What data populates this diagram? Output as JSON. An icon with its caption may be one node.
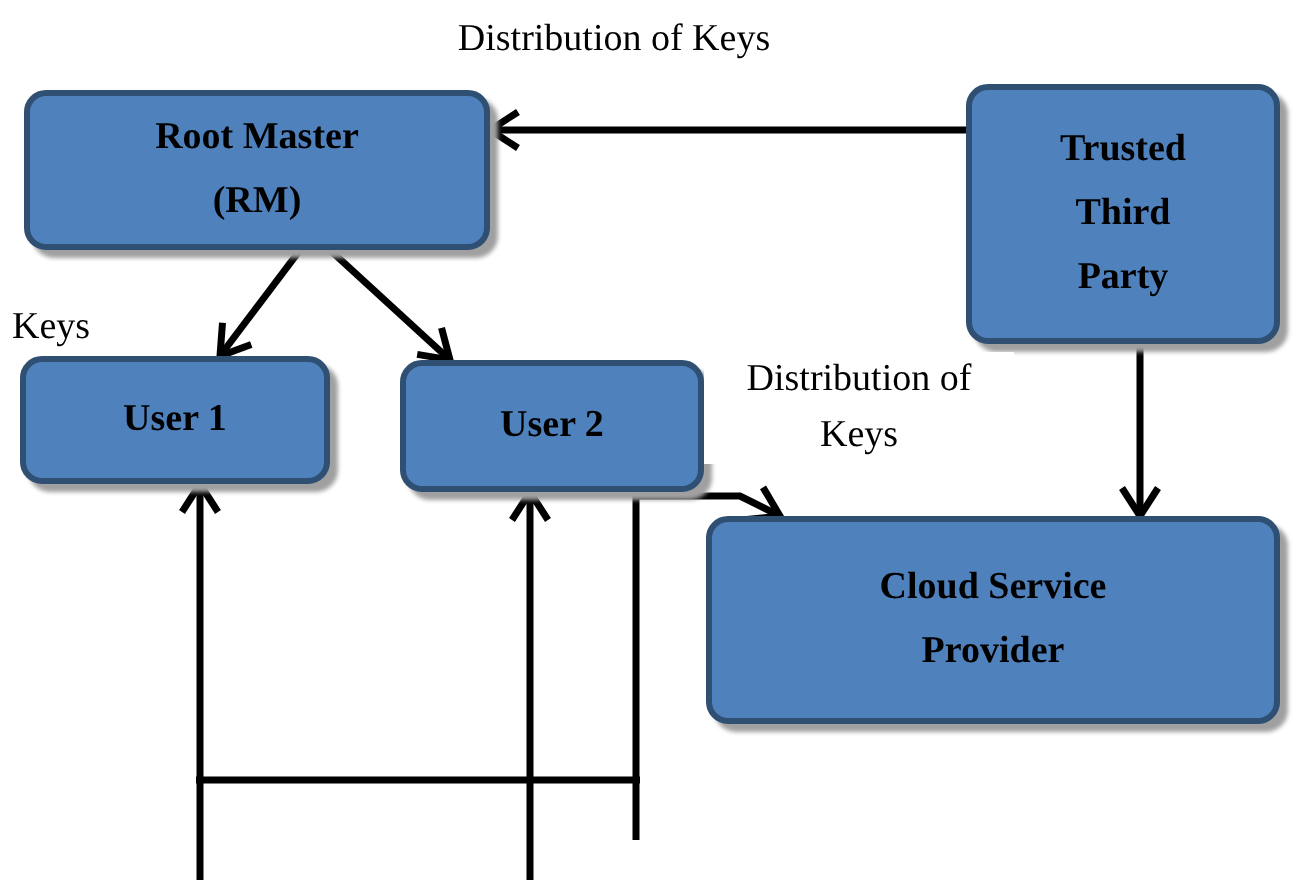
{
  "diagram": {
    "nodes": [
      {
        "text": [
          "Root Master (RM)"
        ]
      },
      {
        "text": [
          "Trusted Third Party"
        ]
      },
      {
        "text": [
          "User 1"
        ]
      },
      {
        "text": [
          "User 2"
        ]
      },
      {
        "text": [
          "Cloud Service Provider"
        ]
      }
    ],
    "edges": [
      {
        "from": 1,
        "to": 0,
        "arrow": "to",
        "label": "Distribution of Keys"
      },
      {
        "from": 0,
        "to": 2,
        "arrow": "to"
      },
      {
        "from": 0,
        "to": 3,
        "arrow": "to"
      },
      {
        "from": 1,
        "to": 4,
        "arrow": "to"
      },
      {
        "from": null,
        "to": 2,
        "arrow": "to"
      },
      {
        "from": null,
        "to": 3,
        "arrow": "to"
      },
      {
        "from": null,
        "to": 4,
        "arrow": "to",
        "label": "Distribution of Keys"
      }
    ],
    "labels": [
      "Keys"
    ]
  }
}
